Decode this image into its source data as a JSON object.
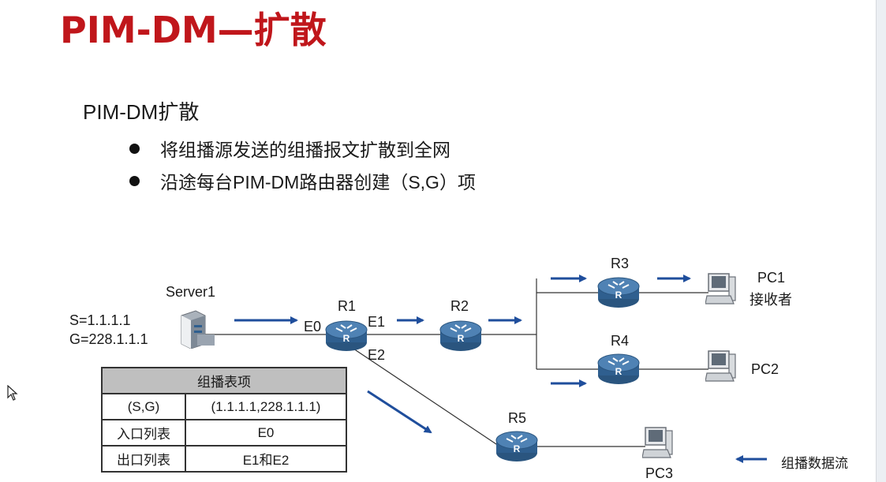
{
  "title": "PIM-DM—扩散",
  "heading": "PIM-DM扩散",
  "bullets": [
    "将组播源发送的组播报文扩散到全网",
    "沿途每台PIM-DM路由器创建（S,G）项"
  ],
  "source": {
    "s": "S=1.1.1.1",
    "g": "G=228.1.1.1"
  },
  "nodes": {
    "server": "Server1",
    "r1": "R1",
    "r2": "R2",
    "r3": "R3",
    "r4": "R4",
    "r5": "R5",
    "pc1": "PC1",
    "pc1_role": "接收者",
    "pc2": "PC2",
    "pc3": "PC3"
  },
  "interfaces": {
    "e0": "E0",
    "e1": "E1",
    "e2": "E2"
  },
  "table": {
    "header": "组播表项",
    "rows": [
      [
        "(S,G)",
        "(1.1.1.1,228.1.1.1)"
      ],
      [
        "入口列表",
        "E0"
      ],
      [
        "出口列表",
        "E1和E2"
      ]
    ]
  },
  "legend": "组播数据流",
  "colors": {
    "title": "#c0161b",
    "arrow": "#1f4e9c",
    "router": "#2f5f8f"
  }
}
